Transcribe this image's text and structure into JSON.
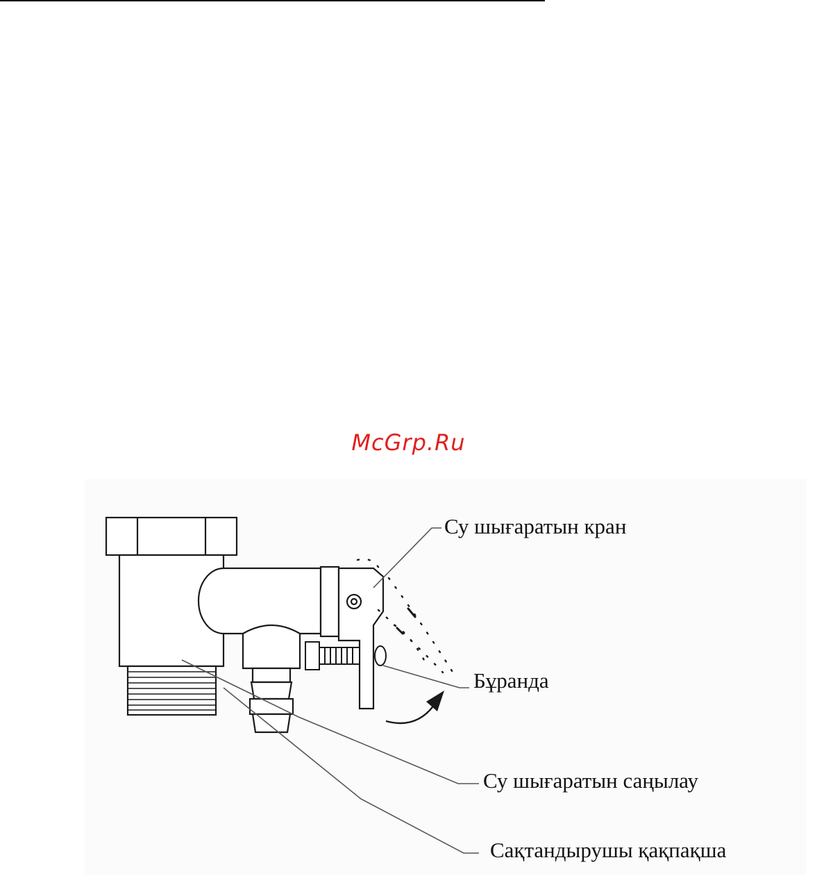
{
  "page": {
    "watermark": "McGrp.Ru"
  },
  "diagram": {
    "labels": {
      "drain_tap": "Су шығаратын кран",
      "screw": "Бұранда",
      "drain_hole": "Су шығаратын саңылау",
      "safety_valve": "Сақтандырушы қақпақша"
    }
  },
  "colors": {
    "watermark": "#e0201e",
    "line": "#1a1a1a",
    "leader": "#555555"
  }
}
